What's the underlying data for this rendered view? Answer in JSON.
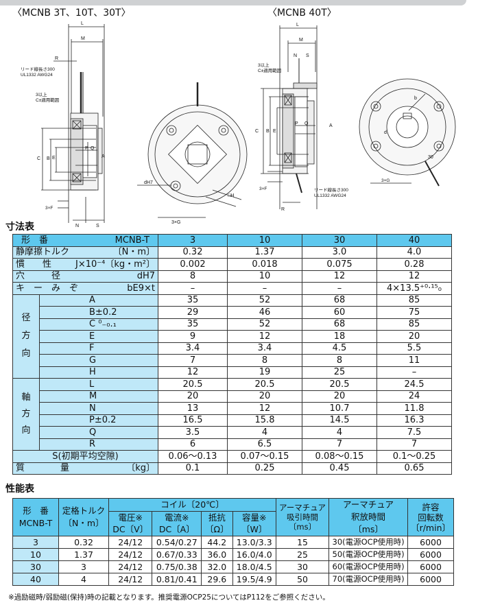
{
  "header": {
    "left_model": "〈MCNB 3T、10T、30T〉",
    "right_model": "〈MCNB 40T〉"
  },
  "drawing_labels": {
    "L": "L",
    "M": "M",
    "R": "R",
    "N": "N",
    "S": "S",
    "P": "P",
    "Q": "Q",
    "A": "A",
    "B": "B",
    "C": "C",
    "E": "E",
    "b": "b",
    "d": "d",
    "dH7": "dH7",
    "H": "□H",
    "F3x": "3×F",
    "G3x": "3×G",
    "thirty": "30",
    "lead_left_1": "リード線長さ300",
    "lead_left_2": "UL1332 AWG24",
    "range_left_1": "3以上",
    "range_left_2": "C±適用範囲",
    "lead_right_1": "リード線長さ300",
    "lead_right_2": "UL1332 AWG24",
    "range_right_1": "3以上",
    "range_right_2": "C±適用範囲"
  },
  "dimension_section_title": "寸法表",
  "dimension_table": {
    "model_label": "形　番",
    "model_name": "MCNB-T",
    "sizes": [
      "3",
      "10",
      "30",
      "40"
    ],
    "rows": [
      {
        "label": "静摩擦トルク",
        "unit": "〔N・m〕",
        "values": [
          "0.32",
          "1.37",
          "3.0",
          "4.0"
        ]
      },
      {
        "label": "慣　　性",
        "unit": "J×10⁻⁴〔kg・m²〕",
        "values": [
          "0.002",
          "0.018",
          "0.075",
          "0.28"
        ]
      },
      {
        "label": "穴　　　径",
        "unit": "dH7",
        "values": [
          "8",
          "10",
          "12",
          "12"
        ]
      },
      {
        "label": "キ　ー　み　ぞ",
        "unit": "bE9×t",
        "values": [
          "–",
          "–",
          "–",
          "4×13.5⁺⁰·¹⁵₀"
        ]
      }
    ],
    "radial_group_label": [
      "径",
      "方",
      "向"
    ],
    "radial_rows": [
      {
        "label": "A",
        "values": [
          "35",
          "52",
          "68",
          "85"
        ]
      },
      {
        "label": "B±0.2",
        "values": [
          "29",
          "46",
          "60",
          "75"
        ]
      },
      {
        "label": "C ⁰₋₀.₁",
        "values": [
          "35",
          "52",
          "68",
          "85"
        ]
      },
      {
        "label": "E",
        "values": [
          "9",
          "12",
          "18",
          "20"
        ]
      },
      {
        "label": "F",
        "values": [
          "3.4",
          "3.4",
          "4.5",
          "5.5"
        ]
      },
      {
        "label": "G",
        "values": [
          "7",
          "8",
          "8",
          "11"
        ]
      },
      {
        "label": "H",
        "values": [
          "12",
          "19",
          "25",
          "–"
        ]
      }
    ],
    "axial_group_label": [
      "軸",
      "方",
      "向"
    ],
    "axial_rows": [
      {
        "label": "L",
        "values": [
          "20.5",
          "20.5",
          "20.5",
          "24.5"
        ]
      },
      {
        "label": "M",
        "values": [
          "20",
          "20",
          "20",
          "24"
        ]
      },
      {
        "label": "N",
        "values": [
          "13",
          "12",
          "10.7",
          "11.8"
        ]
      },
      {
        "label": "P±0.2",
        "values": [
          "16.5",
          "15.8",
          "14.5",
          "16.3"
        ]
      },
      {
        "label": "Q",
        "values": [
          "3.5",
          "4",
          "4",
          "7.5"
        ]
      },
      {
        "label": "R",
        "values": [
          "6",
          "6.5",
          "7",
          "7"
        ]
      }
    ],
    "s_row": {
      "label": "S(初期平均空隙)",
      "values": [
        "0.06～0.13",
        "0.07～0.15",
        "0.08～0.15",
        "0.1～0.25"
      ]
    },
    "mass_row": {
      "label": "質　　　　量",
      "unit": "〔kg〕",
      "values": [
        "0.1",
        "0.25",
        "0.45",
        "0.65"
      ]
    }
  },
  "performance_section_title": "性能表",
  "performance_table": {
    "col_model_1": "形　番",
    "col_model_2": "MCNB-T",
    "col_torque_1": "定格トルク",
    "col_torque_2": "〔N・m〕",
    "col_coil": "コイル〔20℃〕",
    "col_voltage_1": "電圧※",
    "col_voltage_2": "DC〔V〕",
    "col_current_1": "電流※",
    "col_current_2": "DC〔A〕",
    "col_resistance_1": "抵抗",
    "col_resistance_2": "〔Ω〕",
    "col_capacity_1": "容量※",
    "col_capacity_2": "〔W〕",
    "col_attract_1": "アーマチュア",
    "col_attract_2": "吸引時間",
    "col_attract_3": "〔ms〕",
    "col_release_1": "アーマチュア",
    "col_release_2": "釈放時間",
    "col_release_3": "〔ms〕",
    "col_speed_1": "許容",
    "col_speed_2": "回転数",
    "col_speed_3": "〔r/min〕",
    "rows": [
      {
        "model": "3",
        "torque": "0.32",
        "voltage": "24/12",
        "current": "0.54/0.27",
        "resistance": "44.2",
        "capacity": "13.0/3.3",
        "attract": "15",
        "release": "30(電源OCP使用時)",
        "speed": "6000"
      },
      {
        "model": "10",
        "torque": "1.37",
        "voltage": "24/12",
        "current": "0.67/0.33",
        "resistance": "36.0",
        "capacity": "16.0/4.0",
        "attract": "25",
        "release": "50(電源OCP使用時)",
        "speed": "6000"
      },
      {
        "model": "30",
        "torque": "3",
        "voltage": "24/12",
        "current": "0.75/0.38",
        "resistance": "32.0",
        "capacity": "18.0/4.5",
        "attract": "30",
        "release": "60(電源OCP使用時)",
        "speed": "6000"
      },
      {
        "model": "40",
        "torque": "4",
        "voltage": "24/12",
        "current": "0.81/0.41",
        "resistance": "29.6",
        "capacity": "19.5/4.9",
        "attract": "50",
        "release": "70(電源OCP使用時)",
        "speed": "6000"
      }
    ]
  },
  "footnote": "※過励磁時/弱励磁(保持)時の記載となります。推奨電源OCP25についてはP112をご参照ください。",
  "colors": {
    "header": "#5ec8ee",
    "label": "#bfe8f8",
    "line": "#333333"
  }
}
